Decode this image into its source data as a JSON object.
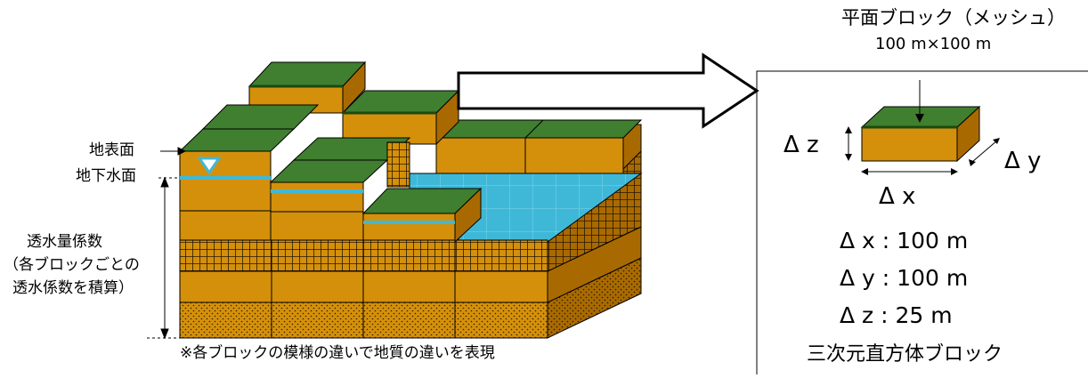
{
  "labels": {
    "ground_surface": "地表面",
    "water_table": "地下水面",
    "transmissivity_line1": "透水量係数",
    "transmissivity_line2": "（各ブロックごとの",
    "transmissivity_line3": "透水係数を積算）",
    "footnote": "※各ブロックの模様の違いで地質の違いを表現"
  },
  "detail": {
    "title": "平面ブロック（メッシュ）",
    "size": "100 m×100 m",
    "delta_z": "Δ z",
    "delta_y": "Δ y",
    "delta_x": "Δ x",
    "dim_x": "Δ x : 100 m",
    "dim_y": "Δ y : 100 m",
    "dim_z": "Δ z :  25 m",
    "caption": "三次元直方体ブロック"
  },
  "colors": {
    "grass": "#3f7f2f",
    "soil": "#d4900a",
    "soil_side": "#a86a00",
    "water": "#3fb8d8",
    "outline": "#000000"
  }
}
